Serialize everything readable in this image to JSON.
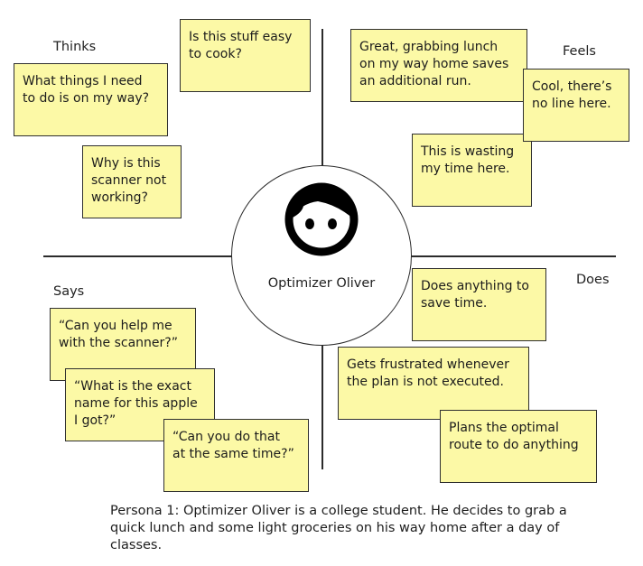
{
  "persona": {
    "name": "Optimizer Oliver",
    "icon": "face-icon"
  },
  "quadrants": {
    "thinks": {
      "label": "Thinks",
      "notes": [
        "Is this stuff easy\nto cook?",
        "What things I need\nto do is on my way?",
        "Why is this\nscanner not\nworking?"
      ]
    },
    "feels": {
      "label": "Feels",
      "notes": [
        "Great, grabbing lunch\non my way home saves\nan additional run.",
        "Cool, there’s\nno line here.",
        "This is wasting\nmy time here."
      ]
    },
    "says": {
      "label": "Says",
      "notes": [
        "“Can you help me\nwith the scanner?”",
        "“What is the exact\nname for this apple\nI got?”",
        "“Can you do that\nat the same time?”"
      ]
    },
    "does": {
      "label": "Does",
      "notes": [
        "Does anything to\nsave time.",
        "Gets frustrated whenever\nthe plan is not executed.",
        "Plans the optimal\nroute to do anything"
      ]
    }
  },
  "caption": "Persona 1: Optimizer Oliver is a college student. He decides to grab a quick lunch and some light groceries on his way home after a day of classes.",
  "colors": {
    "note_fill": "#fcf9a6",
    "line": "#2b2b2b"
  }
}
